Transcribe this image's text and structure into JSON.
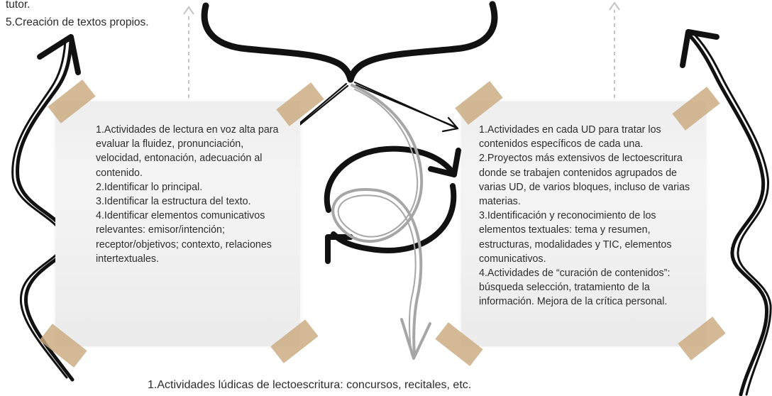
{
  "top_text": {
    "lines": [
      "tutor.",
      "5.Creación de textos propios."
    ]
  },
  "left_card": {
    "items": [
      "1.Actividades de lectura en voz alta para evaluar la fluidez, pronunciación, velocidad, entonación, adecuación al contenido.",
      "2.Identificar lo principal.",
      "3.Identificar la estructura del texto.",
      "4.Identificar elementos comunicativos relevantes: emisor/intención; receptor/objetivos; contexto, relaciones intertextuales."
    ]
  },
  "right_card": {
    "items": [
      "1.Actividades en cada UD para tratar los contenidos específicos de cada una.",
      "2.Proyectos más extensivos de lectoescritura donde se trabajen contenidos agrupados de varias UD, de varios bloques, incluso de varias materias.",
      "3.Identificación y reconocimiento de los elementos textuales: tema y resumen, estructuras, modalidades y TIC, elementos comunicativos.",
      "4.Actividades de “curación de contenidos”: búsqueda selección, tratamiento de la información. Mejora de la crítica personal."
    ]
  },
  "bottom_text": "1.Actividades lúdicas de lectoescritura: concursos, recitales, etc.",
  "colors": {
    "paper": "#f0f0f0",
    "tape": "#c9aa7e",
    "ink": "#111111",
    "grey_arrow": "#a6a6a6",
    "dashed_arrow": "#c4c4c4"
  }
}
